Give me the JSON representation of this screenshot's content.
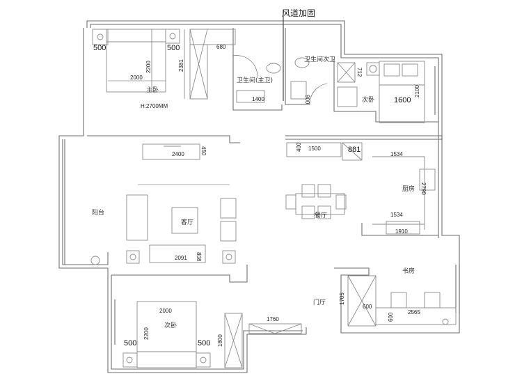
{
  "annotation": "风道加固",
  "ceiling_height": "H:2700MM",
  "rooms": {
    "master_bedroom": "主卧",
    "master_bath": "卫生间(主卫)",
    "second_bath": "卫生间次卫",
    "second_bedroom_top": "次卧",
    "balcony": "阳台",
    "living_room": "客厅",
    "dining_room": "餐厅",
    "kitchen": "厨房",
    "study": "书房",
    "foyer": "门厅",
    "second_bedroom_bottom": "次卧"
  },
  "dimensions": {
    "mb_nightstand_left": "500",
    "mb_nightstand_right": "500",
    "mb_bed_length": "2200",
    "mb_bed_width": "2000",
    "wardrobe_height": "2381",
    "wardrobe_depth": "680",
    "bath_vanity": "1400",
    "bath2_vanity": "900",
    "sb_cabinet": "712",
    "sb_bed_width": "1600",
    "sb_bed_length": "2100",
    "tv_cabinet": "2400",
    "tv_depth": "450",
    "sofa_length": "2091",
    "sofa_depth": "808",
    "counter_depth": "400",
    "counter_length": "1500",
    "fridge": "881",
    "kitchen_top": "1534",
    "kitchen_side": "2790",
    "kitchen_bottom": "1534",
    "stove": "1910",
    "b_bed_width": "2000",
    "b_bed_length": "2200",
    "b_nightstand_left": "500",
    "b_nightstand_right": "500",
    "b_wardrobe": "1800",
    "shoe_cabinet": "1760",
    "foyer_cabinet": "1705",
    "foyer_cabinet_depth": "600",
    "desk_length": "2565",
    "desk_depth": "600"
  }
}
